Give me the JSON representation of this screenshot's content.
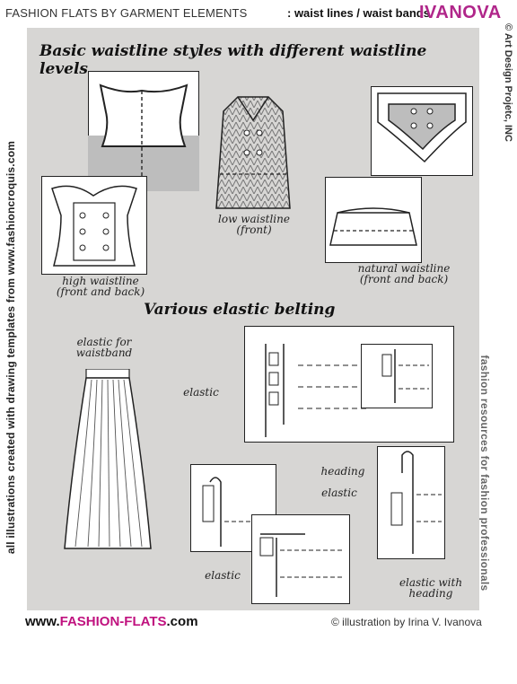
{
  "header": {
    "title_left": "FASHION FLATS BY GARMENT ELEMENTS",
    "title_right": ": waist lines / waist bands",
    "brand": "IVANOVA"
  },
  "side_text": {
    "left": "all illustrations created with drawing templates from",
    "left_url": "www.fashioncroquis.com",
    "right_top": "© Art Design Projetc, INC",
    "right": "fashion resources for fashion professionals"
  },
  "sections": {
    "waistline_title": "Basic waistline styles with different waistline levels",
    "belting_title": "Various elastic belting"
  },
  "labels": {
    "low": [
      "low waistline",
      "(front)"
    ],
    "high": [
      "high waistline",
      "(front and back)"
    ],
    "natural": [
      "natural waistline",
      "(front and back)"
    ],
    "elastic_waistband": [
      "elastic for",
      "waistband"
    ],
    "elastic1": "elastic",
    "heading": "heading",
    "elastic2": "elastic",
    "elastic3": "elastic",
    "elastic_with_heading": [
      "elastic with",
      "heading"
    ]
  },
  "footer": {
    "site_prefix": "www.",
    "site_accent": "FASHION-FLATS",
    "site_suffix": ".com",
    "credit": "© illustration by Irina V. Ivanova"
  }
}
